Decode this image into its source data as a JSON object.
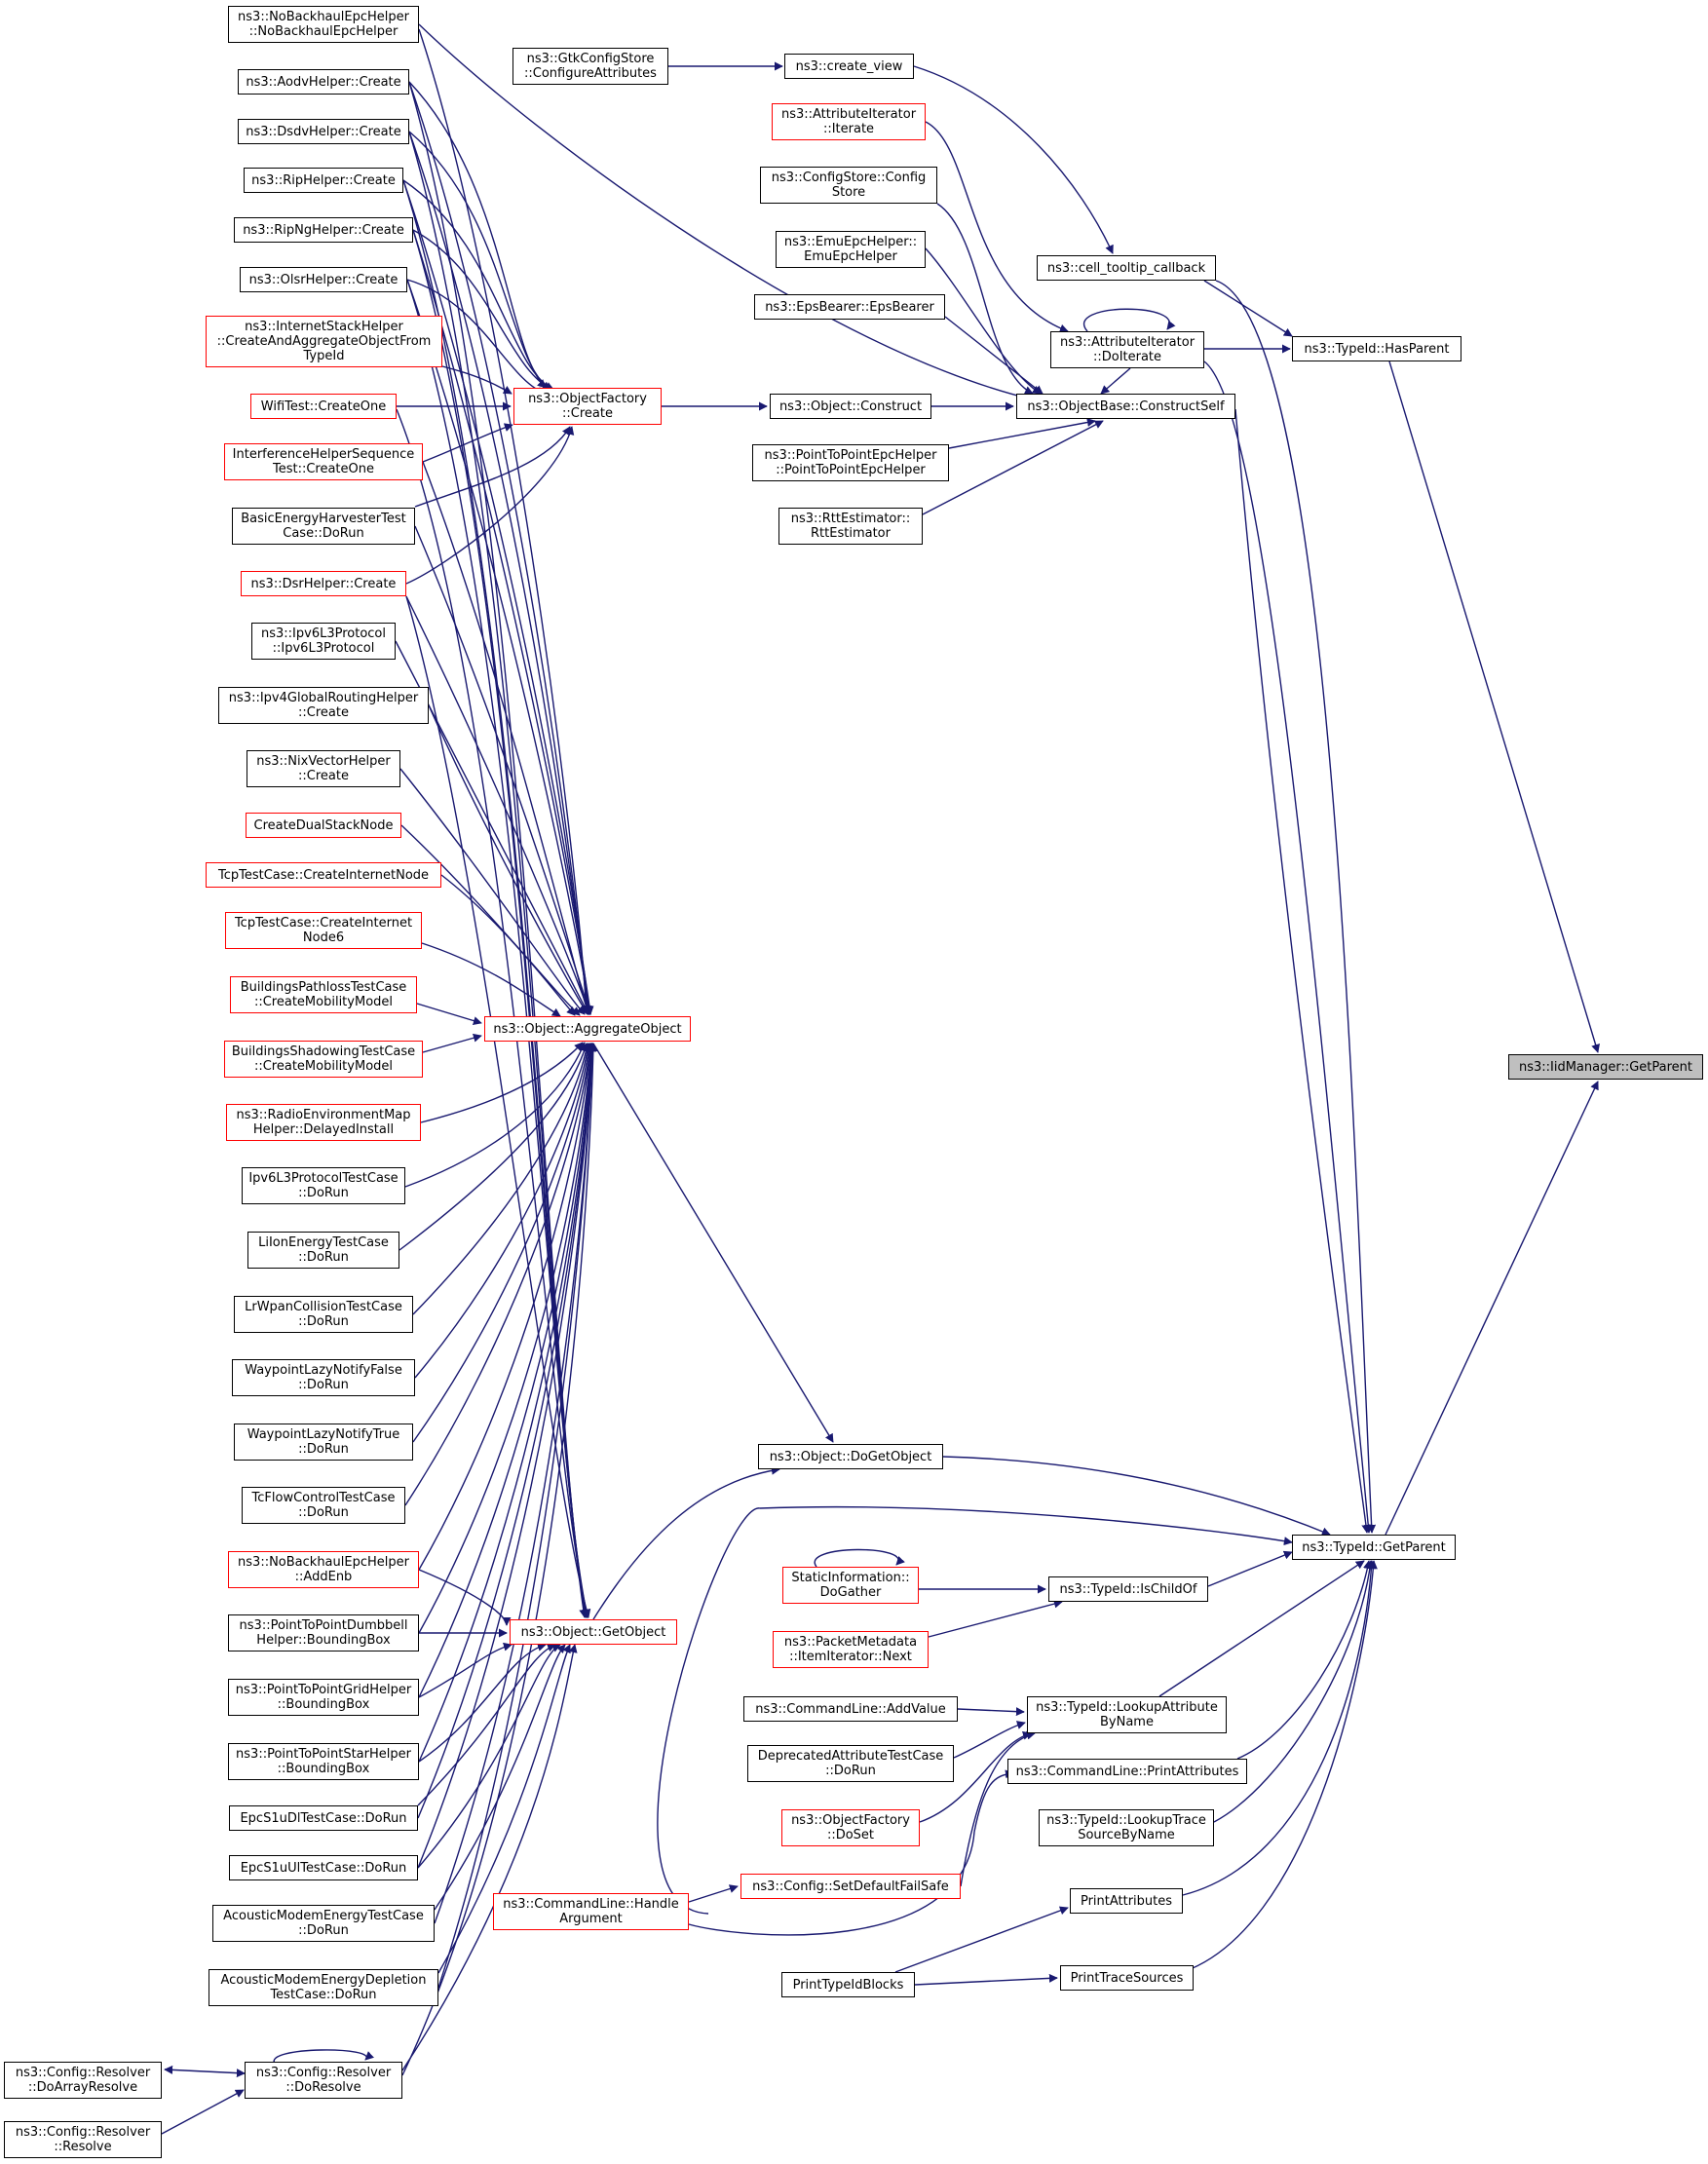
{
  "colors": {
    "edge": "#191970",
    "node_border": "#000000",
    "undocumented_border": "#ff0000",
    "root_fill": "#bfbfbf",
    "background": "#ffffff"
  },
  "nodes": {
    "iid_getparent": "ns3::IidManager::GetParent",
    "typeid_hasparent": "ns3::TypeId::HasParent",
    "typeid_getparent": "ns3::TypeId::GetParent",
    "cell_tooltip": "ns3::cell_tooltip_callback",
    "attr_doiterate": "ns3::AttributeIterator\n::DoIterate",
    "create_view": "ns3::create_view",
    "gtk_configure": "ns3::GtkConfigStore\n::ConfigureAttributes",
    "attr_iterate": "ns3::AttributeIterator\n::Iterate",
    "objectbase_constructself": "ns3::ObjectBase::ConstructSelf",
    "configstore": "ns3::ConfigStore::Config\nStore",
    "emu_epc": "ns3::EmuEpcHelper::\nEmuEpcHelper",
    "eps_bearer": "ns3::EpsBearer::EpsBearer",
    "object_construct": "ns3::Object::Construct",
    "p2p_epc": "ns3::PointToPointEpcHelper\n::PointToPointEpcHelper",
    "rtt_estimator": "ns3::RttEstimator::\nRttEstimator",
    "objectfactory_create": "ns3::ObjectFactory\n::Create",
    "nobackhaul_ctor": "ns3::NoBackhaulEpcHelper\n::NoBackhaulEpcHelper",
    "aodv_create": "ns3::AodvHelper::Create",
    "dsdv_create": "ns3::DsdvHelper::Create",
    "rip_create": "ns3::RipHelper::Create",
    "ripng_create": "ns3::RipNgHelper::Create",
    "olsr_create": "ns3::OlsrHelper::Create",
    "internetstack_caof": "ns3::InternetStackHelper\n::CreateAndAggregateObjectFrom\nTypeId",
    "wifitest_createone": "WifiTest::CreateOne",
    "interference_createone": "InterferenceHelperSequence\nTest::CreateOne",
    "basicenergy_dorun": "BasicEnergyHarvesterTest\nCase::DoRun",
    "dsr_create": "ns3::DsrHelper::Create",
    "ipv6l3_ctor": "ns3::Ipv6L3Protocol\n::Ipv6L3Protocol",
    "ipv4global_create": "ns3::Ipv4GlobalRoutingHelper\n::Create",
    "nixvector_create": "ns3::NixVectorHelper\n::Create",
    "createdualstack": "CreateDualStackNode",
    "tcp_createinternet": "TcpTestCase::CreateInternetNode",
    "tcp_createinternet6": "TcpTestCase::CreateInternet\nNode6",
    "bldg_pathloss": "BuildingsPathlossTestCase\n::CreateMobilityModel",
    "bldg_shadowing": "BuildingsShadowingTestCase\n::CreateMobilityModel",
    "rem_delayed": "ns3::RadioEnvironmentMap\nHelper::DelayedInstall",
    "ipv6l3test_dorun": "Ipv6L3ProtocolTestCase\n::DoRun",
    "liion_dorun": "LiIonEnergyTestCase\n::DoRun",
    "lrwpan_dorun": "LrWpanCollisionTestCase\n::DoRun",
    "waypoint_false": "WaypointLazyNotifyFalse\n::DoRun",
    "waypoint_true": "WaypointLazyNotifyTrue\n::DoRun",
    "tcflow_dorun": "TcFlowControlTestCase\n::DoRun",
    "nobackhaul_addenb": "ns3::NoBackhaulEpcHelper\n::AddEnb",
    "p2p_dumbbell": "ns3::PointToPointDumbbell\nHelper::BoundingBox",
    "p2p_grid": "ns3::PointToPointGridHelper\n::BoundingBox",
    "p2p_star": "ns3::PointToPointStarHelper\n::BoundingBox",
    "epc_s1udl": "EpcS1uDlTestCase::DoRun",
    "epc_s1uul": "EpcS1uUlTestCase::DoRun",
    "acoustic_energy": "AcousticModemEnergyTestCase\n::DoRun",
    "acoustic_depletion": "AcousticModemEnergyDepletion\nTestCase::DoRun",
    "config_doresolve": "ns3::Config::Resolver\n::DoResolve",
    "config_doarrayresolve": "ns3::Config::Resolver\n::DoArrayResolve",
    "config_resolve": "ns3::Config::Resolver\n::Resolve",
    "aggregateobject": "ns3::Object::AggregateObject",
    "object_getobject": "ns3::Object::GetObject",
    "object_dogetobject": "ns3::Object::DoGetObject",
    "staticinfo_dogather": "StaticInformation::\nDoGather",
    "packetmetadata_next": "ns3::PacketMetadata\n::ItemIterator::Next",
    "typeid_ischildof": "ns3::TypeId::IsChildOf",
    "cmdline_addvalue": "ns3::CommandLine::AddValue",
    "deprecatedattr_dorun": "DeprecatedAttributeTestCase\n::DoRun",
    "objectfactory_doset": "ns3::ObjectFactory\n::DoSet",
    "config_setdefaultfailsafe": "ns3::Config::SetDefaultFailSafe",
    "cmdline_handleargument": "ns3::CommandLine::Handle\nArgument",
    "typeid_lookupattr": "ns3::TypeId::LookupAttribute\nByName",
    "cmdline_printattributes": "ns3::CommandLine::PrintAttributes",
    "typeid_lookuptrace": "ns3::TypeId::LookupTrace\nSourceByName",
    "printattributes": "PrintAttributes",
    "printtypeidblocks": "PrintTypeIdBlocks",
    "printtracesources": "PrintTraceSources"
  }
}
